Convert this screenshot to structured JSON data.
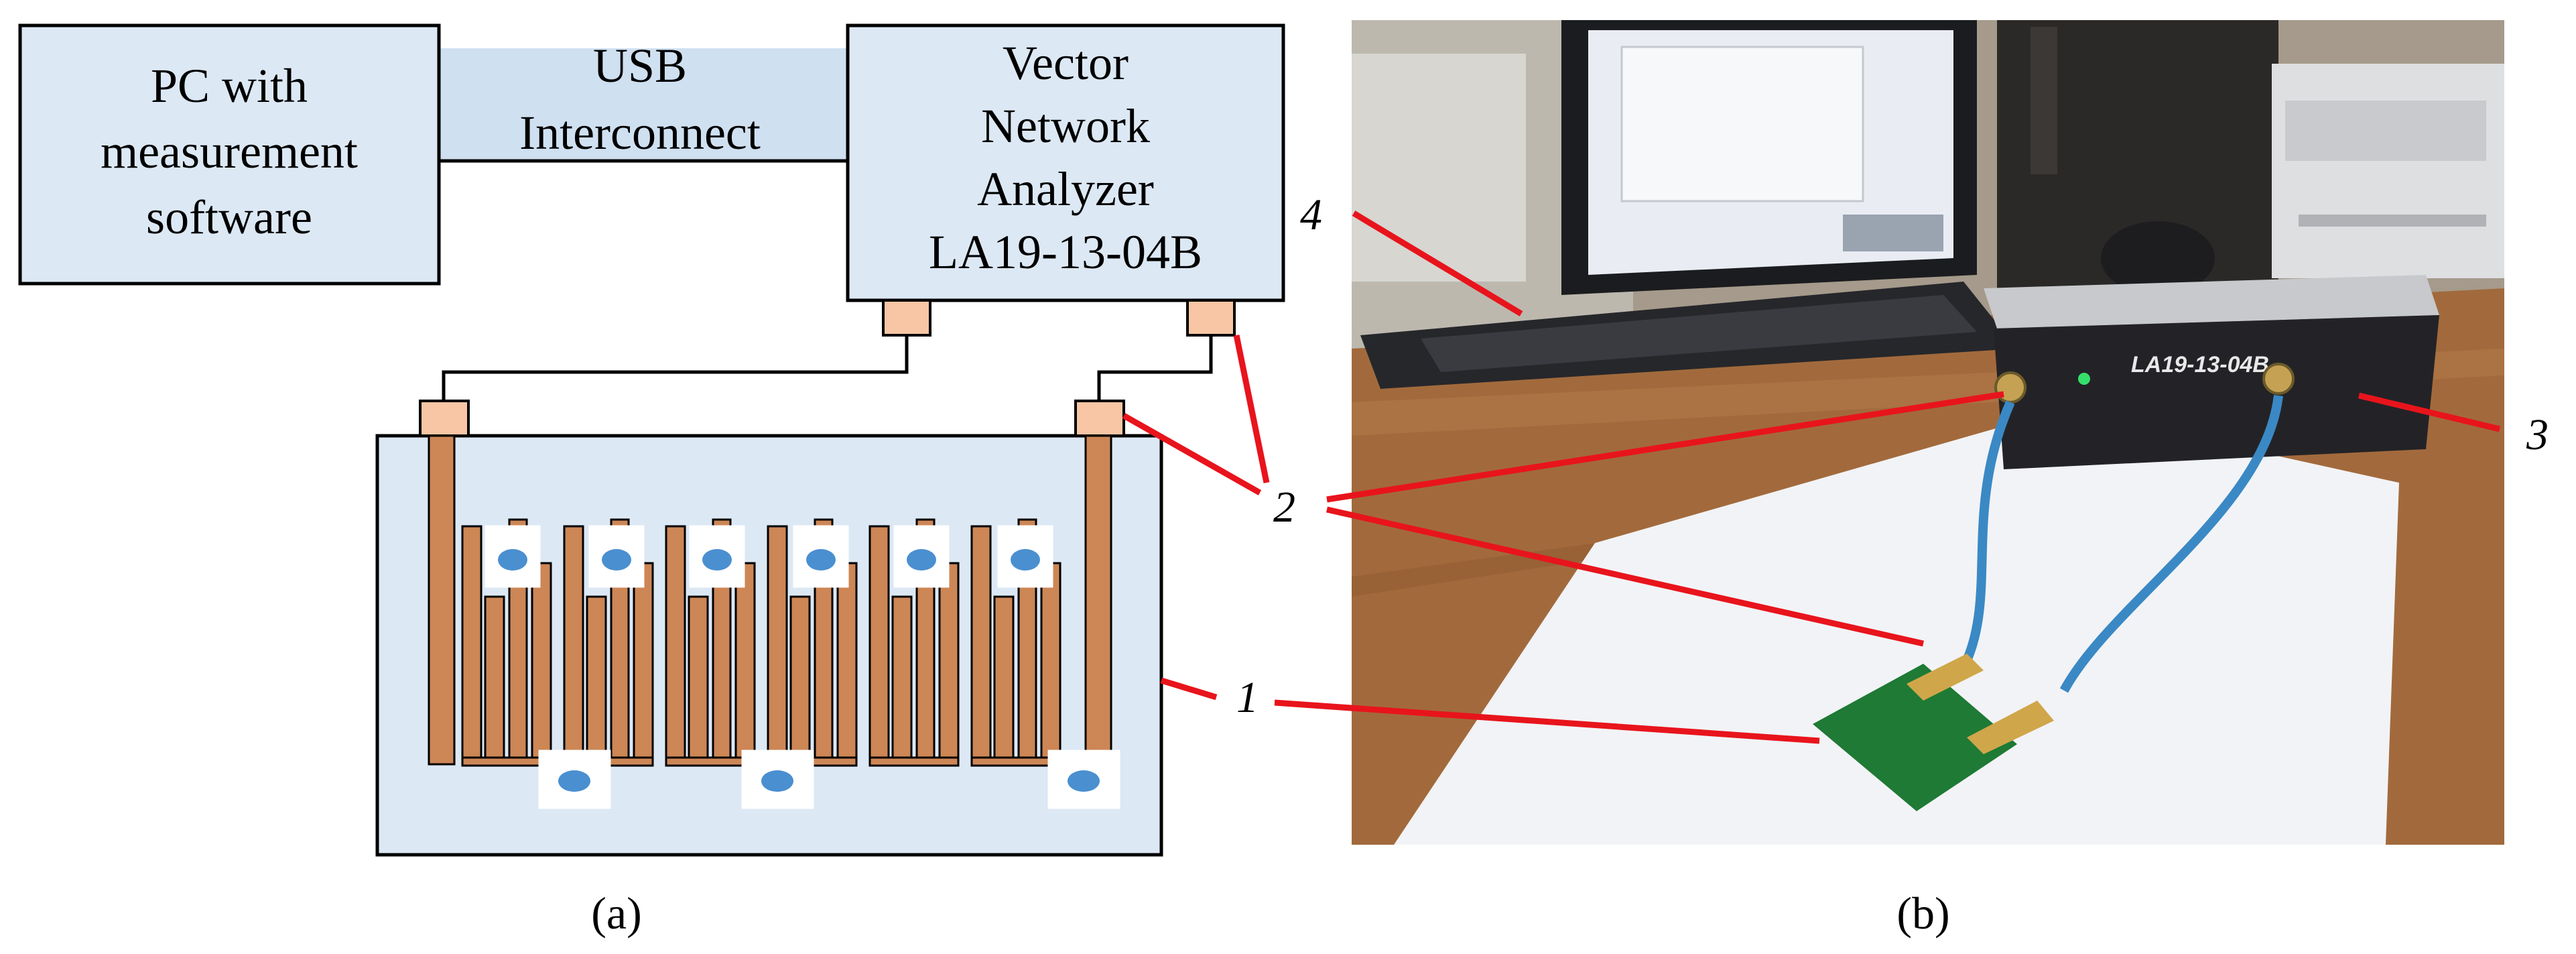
{
  "panel_a": {
    "pc_box": {
      "lines": [
        "PC with",
        "measurement",
        "software"
      ]
    },
    "usb_link": {
      "lines": [
        "USB",
        "Interconnect"
      ]
    },
    "vna_box": {
      "lines": [
        "Vector",
        "Network",
        "Analyzer",
        "LA19-13-04B"
      ]
    },
    "label": "(a)",
    "colors": {
      "box_fill": "#dce8f4",
      "copper": "#cd8655",
      "connector": "#f8c6a4",
      "usb_band": "#c9def0"
    }
  },
  "panel_b": {
    "device_label": "LA19-13-04B",
    "label": "(b)"
  },
  "callouts": {
    "c1": "1",
    "c2": "2",
    "c3": "3",
    "c4": "4",
    "line_color": "#e8141c"
  }
}
